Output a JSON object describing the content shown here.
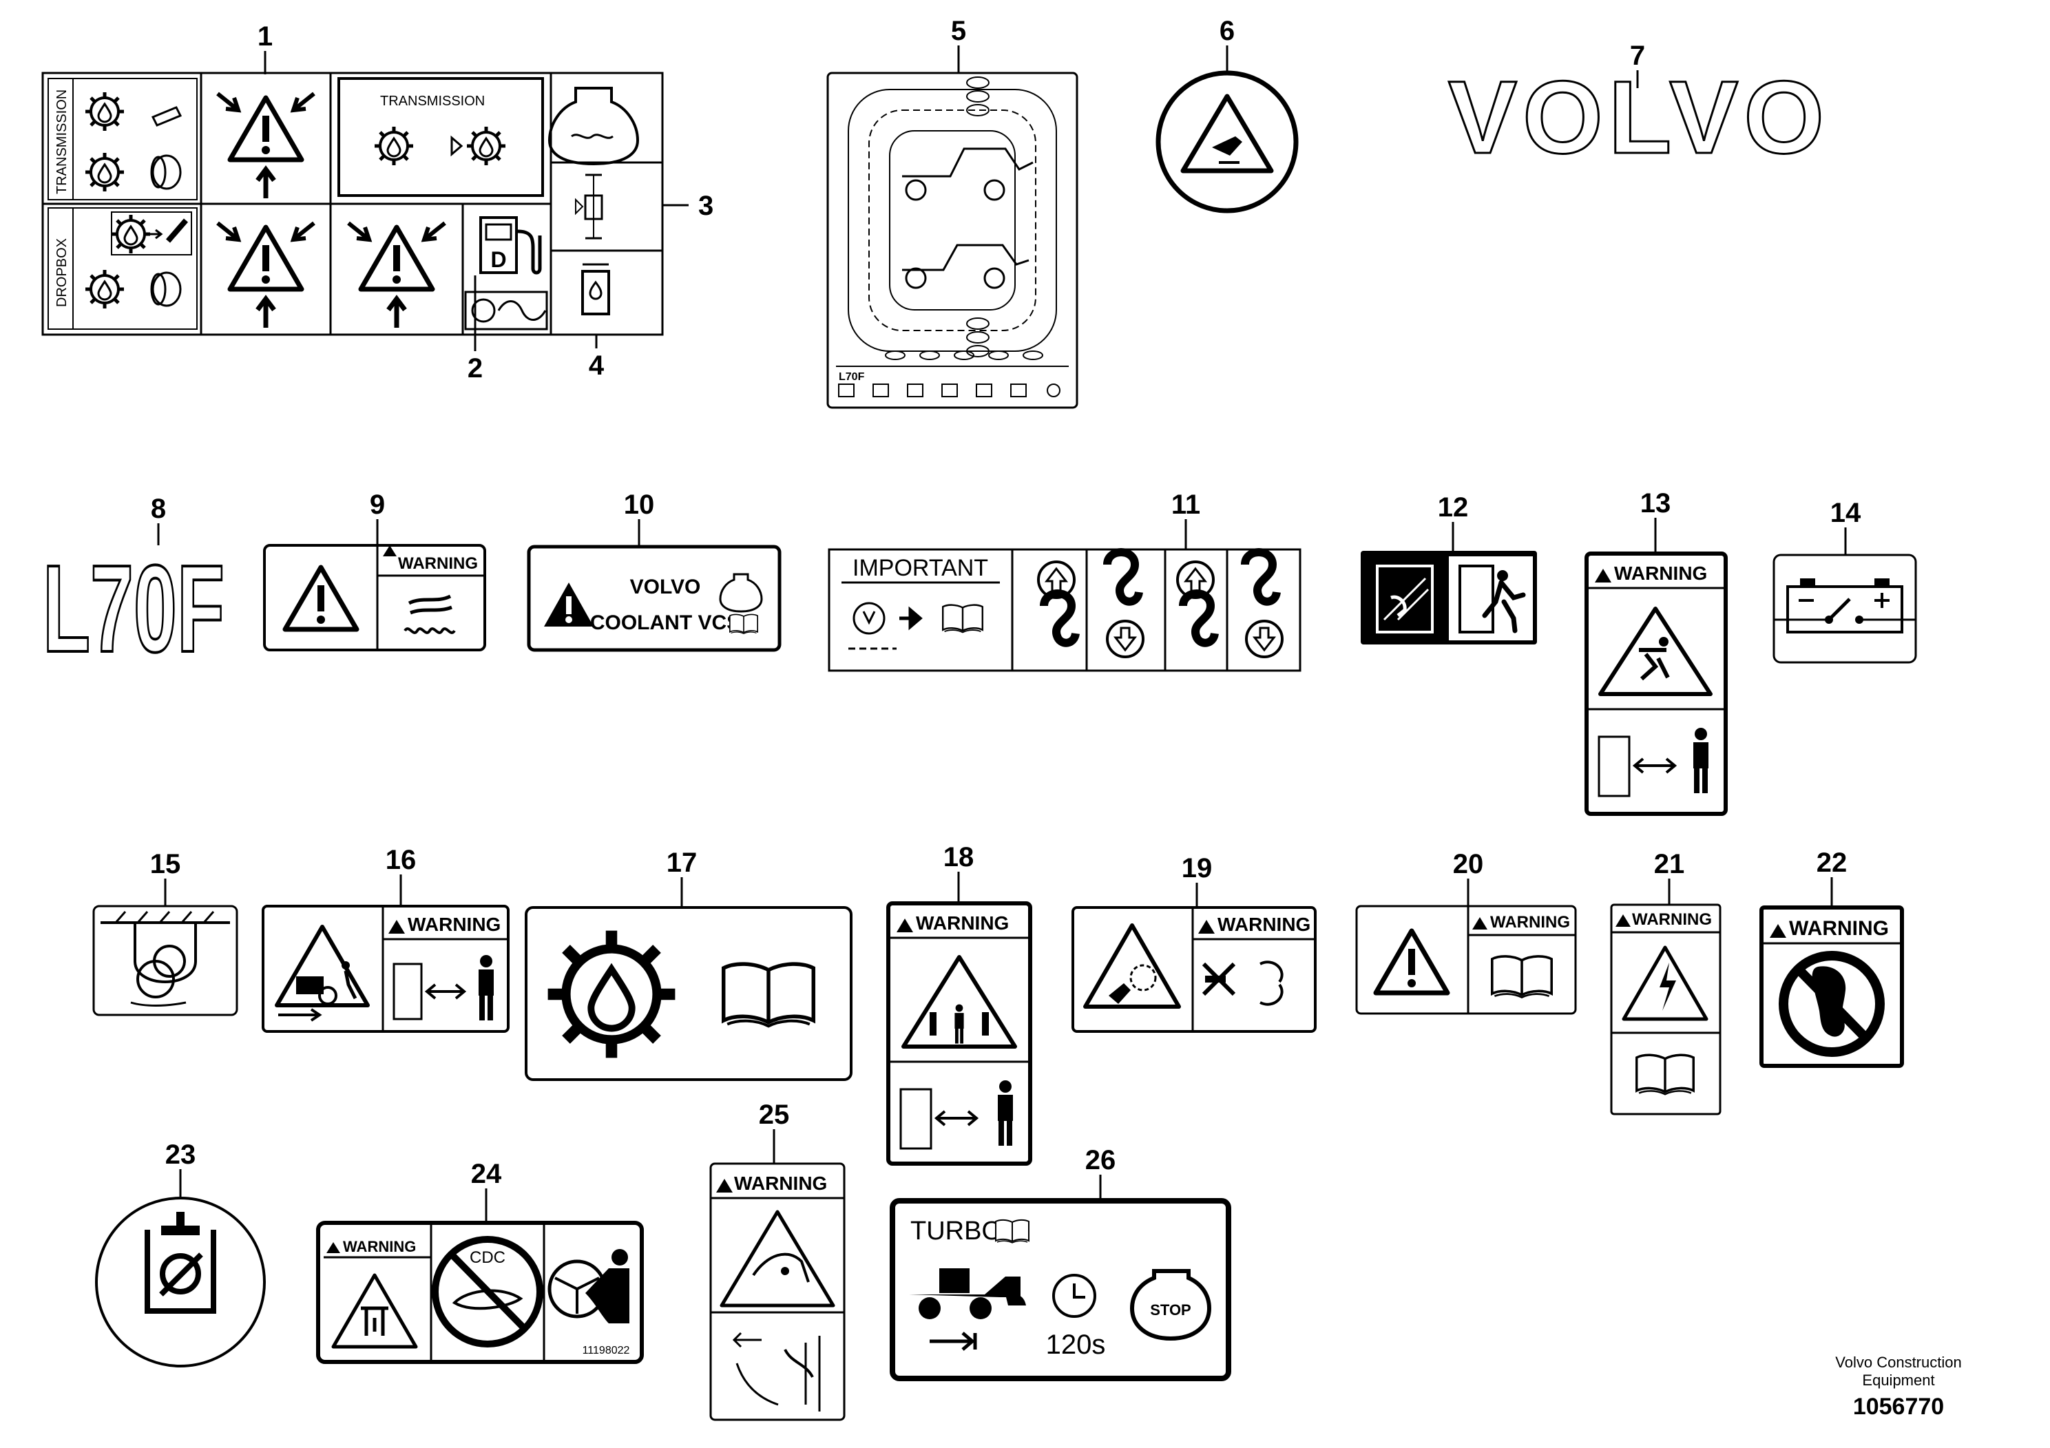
{
  "callouts": [
    "1",
    "2",
    "3",
    "4",
    "5",
    "6",
    "7",
    "8",
    "9",
    "10",
    "11",
    "12",
    "13",
    "14",
    "15",
    "16",
    "17",
    "18",
    "19",
    "20",
    "21",
    "22",
    "23",
    "24",
    "25",
    "26"
  ],
  "decal_text": {
    "transmission_side": "TRANSMISSION",
    "dropbox": "DROPBOX",
    "transmission_panel": "TRANSMISSION",
    "fuel_letter": "D",
    "volvo": "VOLVO",
    "model": "L70F",
    "model_small": "L70F",
    "warning": "WARNING",
    "coolant_brand": "VOLVO",
    "coolant": "COOLANT VCS",
    "important": "IMPORTANT",
    "cdc": "CDC",
    "part_no_24": "11198022",
    "turbo": "TURBO",
    "stop": "STOP",
    "time": "120s"
  },
  "footer": {
    "company": "Volvo Construction Equipment",
    "reference": "1056770"
  }
}
